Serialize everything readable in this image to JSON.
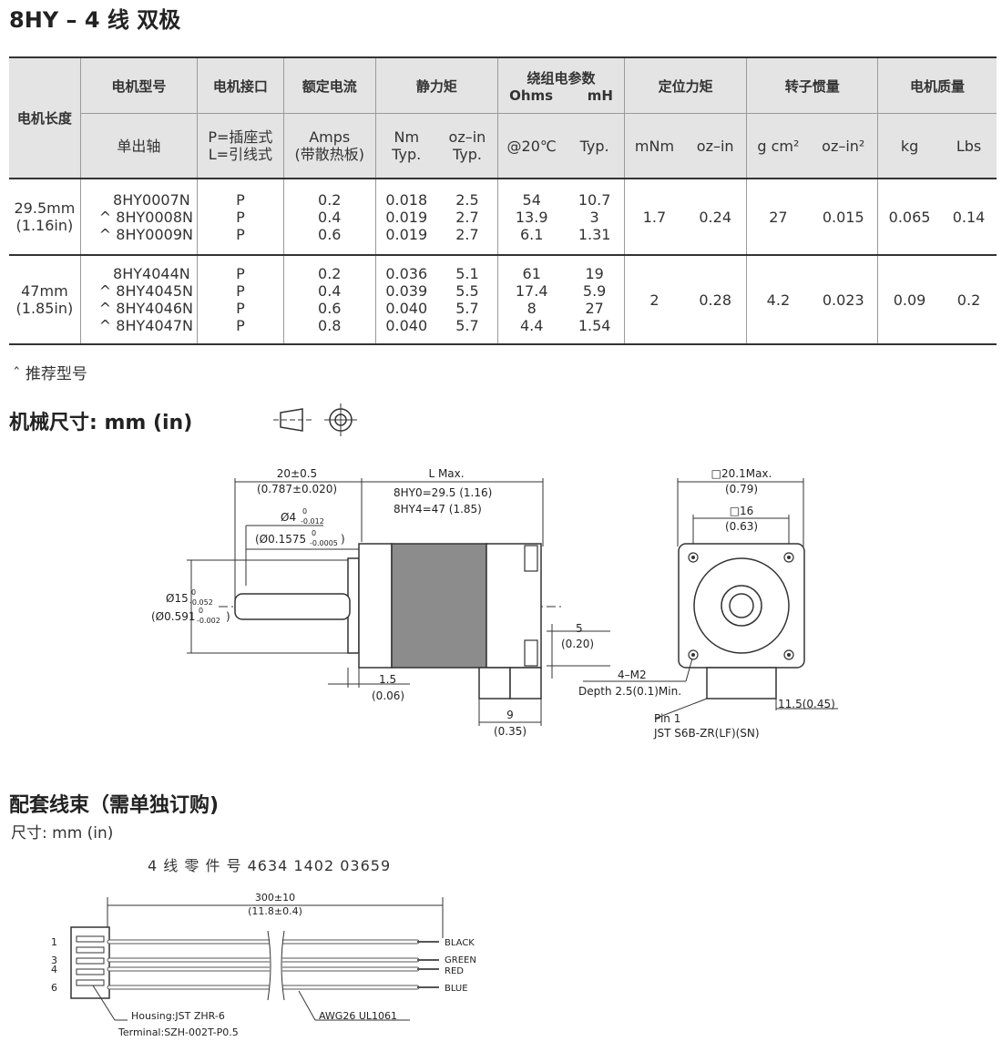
{
  "title": "8HY – 4 线  双极",
  "table": {
    "head_length": "电机长度",
    "head_model": "电机型号",
    "head_connector": "电机接口",
    "head_current": "额定电流",
    "head_torque": "静力矩",
    "head_winding": "绕组电参数",
    "head_winding_ohms": "Ohms",
    "head_winding_mh": "mH",
    "head_detent": "定位力矩",
    "head_inertia": "转子惯量",
    "head_mass": "电机质量",
    "sub_model": "单出轴",
    "sub_connector_1": "P=插座式",
    "sub_connector_2": "L=引线式",
    "sub_current_1": "Amps",
    "sub_current_2": "(带散热板)",
    "sub_torque_nm_1": "Nm",
    "sub_torque_nm_2": "Typ.",
    "sub_torque_oz_1": "oz–in",
    "sub_torque_oz_2": "Typ.",
    "sub_winding_temp": "@20℃",
    "sub_winding_typ": "Typ.",
    "sub_detent_mnm": "mNm",
    "sub_detent_oz": "oz–in",
    "sub_inertia_g": "g cm²",
    "sub_inertia_oz": "oz–in²",
    "sub_mass_kg": "kg",
    "sub_mass_lbs": "Lbs",
    "group1": {
      "length_1": "29.5mm",
      "length_2": "(1.16in)",
      "models": "   8HY0007N\n^ 8HY0008N\n^ 8HY0009N",
      "connectors": "P\nP\nP",
      "current": "0.2\n0.4\n0.6",
      "torque_nm": "0.018\n0.019\n0.019",
      "torque_oz": "2.5\n2.7\n2.7",
      "ohms": "54\n13.9\n6.1",
      "mh": "10.7\n3\n1.31",
      "detent_mnm": "1.7",
      "detent_oz": "0.24",
      "inertia_g": "27",
      "inertia_oz": "0.015",
      "mass_kg": "0.065",
      "mass_lbs": "0.14"
    },
    "group2": {
      "length_1": "47mm",
      "length_2": "(1.85in)",
      "models": "   8HY4044N\n^ 8HY4045N\n^ 8HY4046N\n^ 8HY4047N",
      "connectors": "P\nP\nP\nP",
      "current": "0.2\n0.4\n0.6\n0.8",
      "torque_nm": "0.036\n0.039\n0.040\n0.040",
      "torque_oz": "5.1\n5.5\n5.7\n5.7",
      "ohms": "61\n17.4\n8\n4.4",
      "mh": "19\n5.9\n27\n1.54",
      "detent_mnm": "2",
      "detent_oz": "0.28",
      "inertia_g": "4.2",
      "inertia_oz": "0.023",
      "mass_kg": "0.09",
      "mass_lbs": "0.2"
    }
  },
  "note": "ˆ 推荐型号",
  "mech_heading": "机械尺寸:  mm (in)",
  "drawing": {
    "dim_shaft_len": "20±0.5",
    "dim_shaft_len_in": "(0.787±0.020)",
    "dim_lmax": "L Max.",
    "dim_lmax_1": "8HY0=29.5 (1.16)",
    "dim_lmax_2": "8HY4=47 (1.85)",
    "dim_shaft_dia": "Ø4",
    "dim_shaft_dia_tol_up": "0",
    "dim_shaft_dia_tol_dn": "-0.012",
    "dim_shaft_dia_in": "(Ø0.1575",
    "dim_shaft_dia_in_tol_up": "0",
    "dim_shaft_dia_in_tol_dn": "-0.0005",
    "dim_shaft_dia_in_close": ")",
    "dim_pilot": "Ø15",
    "dim_pilot_tol_up": "0",
    "dim_pilot_tol_dn": "-0.052",
    "dim_pilot_in": "(Ø0.591",
    "dim_pilot_in_tol_up": "0",
    "dim_pilot_in_tol_dn": "-0.002",
    "dim_pilot_in_close": ")",
    "dim_flange": "1.5",
    "dim_flange_in": "(0.06)",
    "dim_conn_w": "9",
    "dim_conn_w_in": "(0.35)",
    "dim_conn_off": "5",
    "dim_conn_off_in": "(0.20)",
    "dim_square": "□20.1Max.",
    "dim_square_in": "(0.79)",
    "dim_holes": "□16",
    "dim_holes_in": "(0.63)",
    "dim_screw": "4–M2",
    "dim_screw_depth": "Depth 2.5(0.1)Min.",
    "dim_conn_h": "11.5(0.45)",
    "pin1": "Pin 1",
    "jst": "JST S6B-ZR(LF)(SN)"
  },
  "harness_heading": "配套线束（需单独订购)",
  "harness_sub": "尺寸: mm (in)",
  "harness_part": "4 线 零 件 号 4634 1402 03659",
  "harness": {
    "len": "300±10",
    "len_in": "(11.8±0.4)",
    "pin_1": "1",
    "pin_3": "3",
    "pin_4": "4",
    "pin_6": "6",
    "wire_black": "BLACK",
    "wire_green": "GREEN",
    "wire_red": "RED",
    "wire_blue": "BLUE",
    "housing": "Housing:JST ZHR-6",
    "terminal": "Terminal:SZH-002T-P0.5",
    "awg": "AWG26 UL1061"
  }
}
